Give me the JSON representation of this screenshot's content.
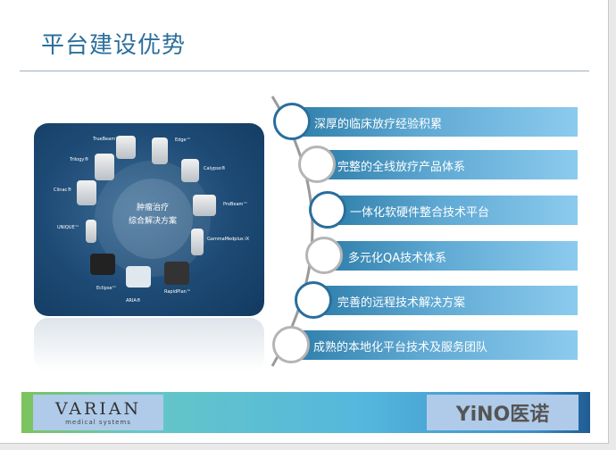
{
  "title": "平台建设优势",
  "diagram": {
    "center": [
      "肿瘤治疗",
      "综合解决方案"
    ],
    "products": [
      "TrueBeam™",
      "Edge™",
      "Calypso®",
      "ProBeam™",
      "GammaMedplus iX",
      "RapidPlan™",
      "ARIA®",
      "Eclipse™",
      "UNIQUE™",
      "Clinac®",
      "Trilogy®"
    ]
  },
  "advantages": [
    "深厚的临床放疗经验积累",
    "完整的全线放疗产品体系",
    "一体化软硬件整合技术平台",
    "多元化QA技术体系",
    "完善的远程技术解决方案",
    "成熟的本地化平台技术及服务团队"
  ],
  "footer": {
    "varian": "VARIAN",
    "varian_sub": "medical systems",
    "yino": "YiNO医诺"
  },
  "colors": {
    "title": "#2d6f9c",
    "accent": "#2a6e9c"
  }
}
